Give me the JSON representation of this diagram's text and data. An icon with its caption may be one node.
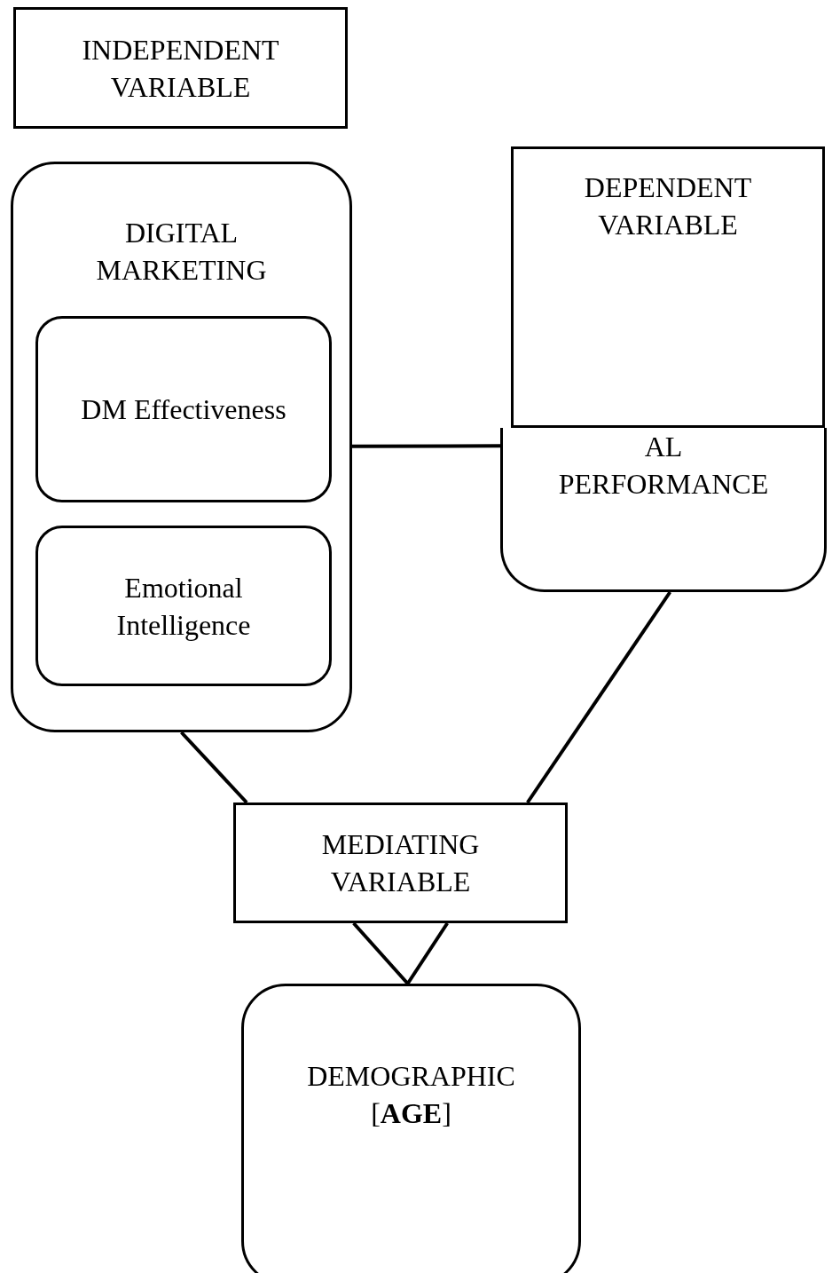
{
  "diagram": {
    "nodes": [
      {
        "text": [
          "INDEPENDENT VARIABLE"
        ]
      },
      {
        "text": [
          "DIGITAL MARKETING"
        ]
      },
      {
        "text": [
          "DM Effectiveness"
        ],
        "in": 1
      },
      {
        "text": [
          "Emotional Intelligence"
        ],
        "in": 1
      },
      {
        "text": [
          "AL PERFORMANCE"
        ]
      },
      {
        "text": [
          "DEPENDENT VARIABLE"
        ]
      },
      {
        "text": [
          "MEDIATING VARIABLE"
        ]
      },
      {
        "text": [
          "DEMOGRAPHIC [**AGE**]"
        ]
      }
    ],
    "edges": [
      {
        "from": 1,
        "to": 4,
        "arrow": "none"
      },
      {
        "from": 1,
        "to": 6,
        "arrow": "none"
      },
      {
        "from": 4,
        "to": 6,
        "arrow": "none"
      },
      {
        "from": 6,
        "to": 7,
        "arrow": "none"
      },
      {
        "from": 6,
        "to": 7,
        "arrow": "none"
      }
    ]
  }
}
